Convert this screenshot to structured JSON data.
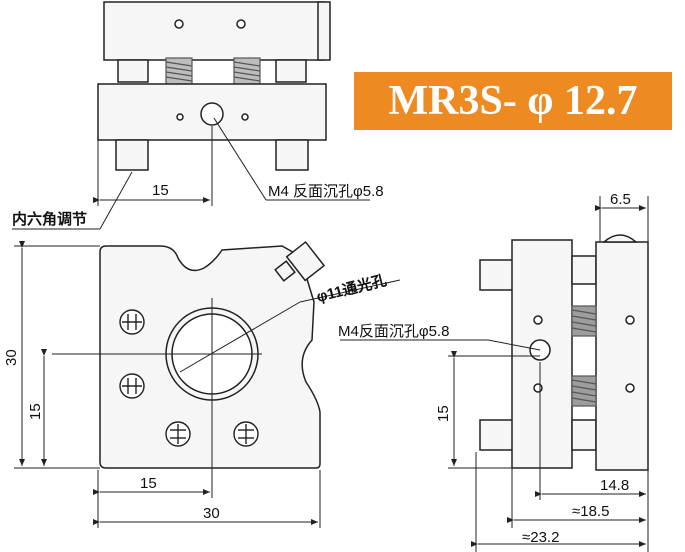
{
  "title": "MR3S- φ 12.7",
  "colors": {
    "title_bg": "#ee8a22",
    "title_text": "#ffffff",
    "line": "#222222",
    "fill": "#f6f6f6",
    "spring": "#8a8a8a"
  },
  "labels": {
    "hex_adjust": "内六角调节",
    "light_hole": "φ11通光孔",
    "m4_top": "M4 反面沉孔φ5.8",
    "m4_side": "M4反面沉孔φ5.8"
  },
  "dimensions": {
    "top_15": "15",
    "front_30_v": "30",
    "front_15_v": "15",
    "front_15_h": "15",
    "front_30_h": "30",
    "side_6_5": "6.5",
    "side_15_v": "15",
    "side_14_8": "14.8",
    "side_18_5": "≈18.5",
    "side_23_2": "≈23.2"
  }
}
